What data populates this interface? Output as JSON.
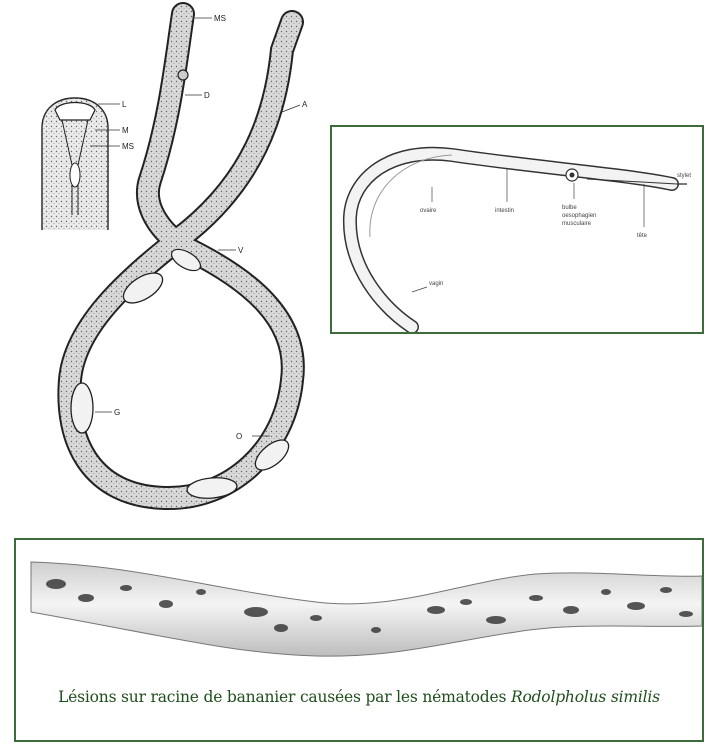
{
  "left_figure": {
    "labels": {
      "ms_top": "MS",
      "d": "D",
      "a": "A",
      "v": "V",
      "g": "G",
      "o": "O"
    },
    "inset_labels": {
      "l": "L",
      "m": "M",
      "ms": "MS"
    }
  },
  "right_figure": {
    "labels": {
      "stylet": "stylet",
      "ovaire": "ovaire",
      "intestin": "intestin",
      "bulbe_1": "bulbe",
      "bulbe_2": "oesophagien",
      "bulbe_3": "musculaire",
      "tete": "tête",
      "vagin": "vagin"
    }
  },
  "bottom_panel": {
    "caption_prefix": "Lésions sur racine de bananier causées par les nématodes ",
    "caption_species": "Rodolpholus similis"
  }
}
